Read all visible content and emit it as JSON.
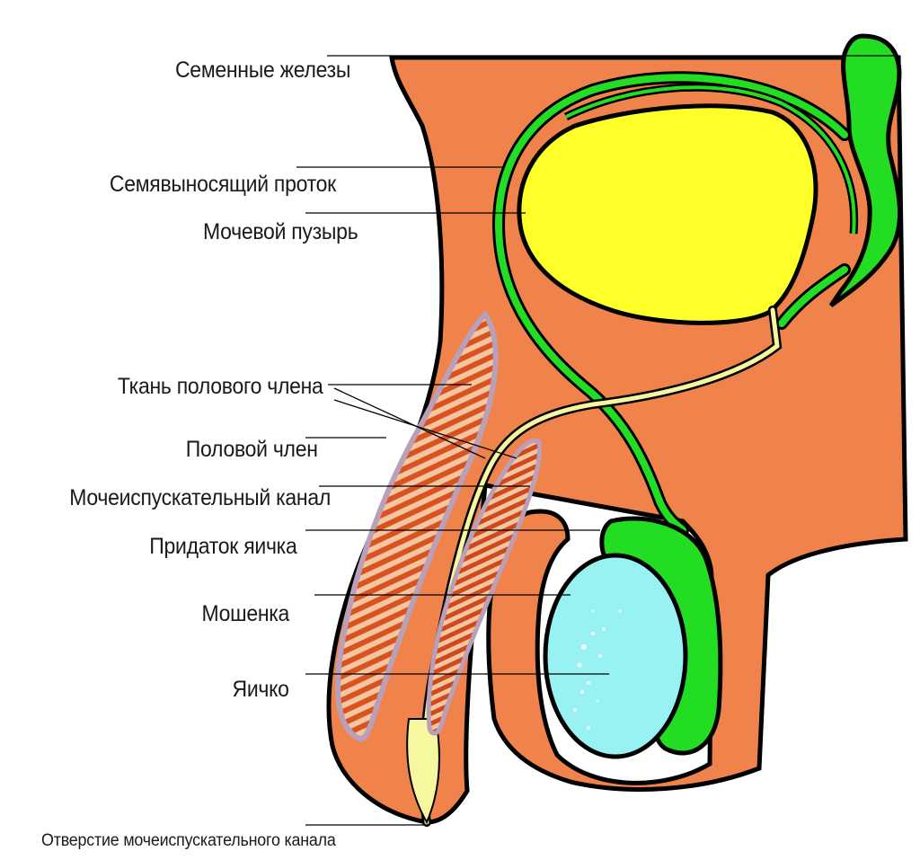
{
  "labels": {
    "seminal_glands": "Семенные железы",
    "vas_deferens": "Семявыносящий проток",
    "bladder": "Мочевой пузырь",
    "penile_tissue": "Ткань полового члена",
    "penis": "Половой член",
    "urethra": "Мочеиспускательный канал",
    "epididymis": "Придаток яичка",
    "scrotum": "Мошенка",
    "testis": "Яичко",
    "urethral_opening": "Отверстие мочеиспускательного канала"
  },
  "colors": {
    "body_tissue": "#f0834c",
    "bladder": "#ffff2a",
    "vas_deferens": "#22dd22",
    "testis": "#99f2f2",
    "urethra": "#f7f7a0",
    "outline": "#000000",
    "leader_line": "#000000"
  }
}
